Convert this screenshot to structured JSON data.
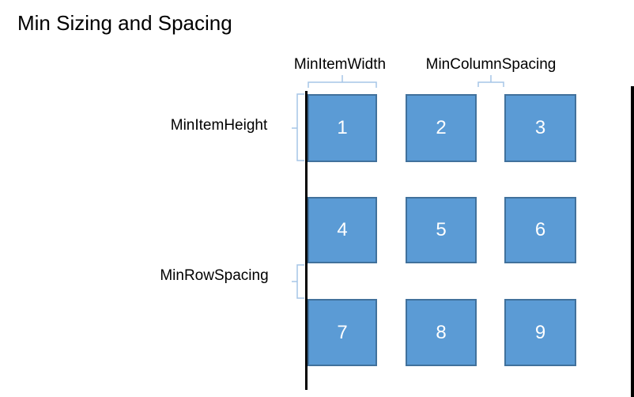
{
  "title": "Min Sizing and Spacing",
  "labels": {
    "min_item_width": "MinItemWidth",
    "min_column_spacing": "MinColumnSpacing",
    "min_item_height": "MinItemHeight",
    "min_row_spacing": "MinRowSpacing"
  },
  "grid": {
    "items": [
      "1",
      "2",
      "3",
      "4",
      "5",
      "6",
      "7",
      "8",
      "9"
    ]
  },
  "colors": {
    "box_fill": "#5B9BD5",
    "box_border": "#41719C",
    "brace": "#A6C5E7",
    "line": "#000000",
    "text": "#000000",
    "number_text": "#FFFFFF"
  }
}
